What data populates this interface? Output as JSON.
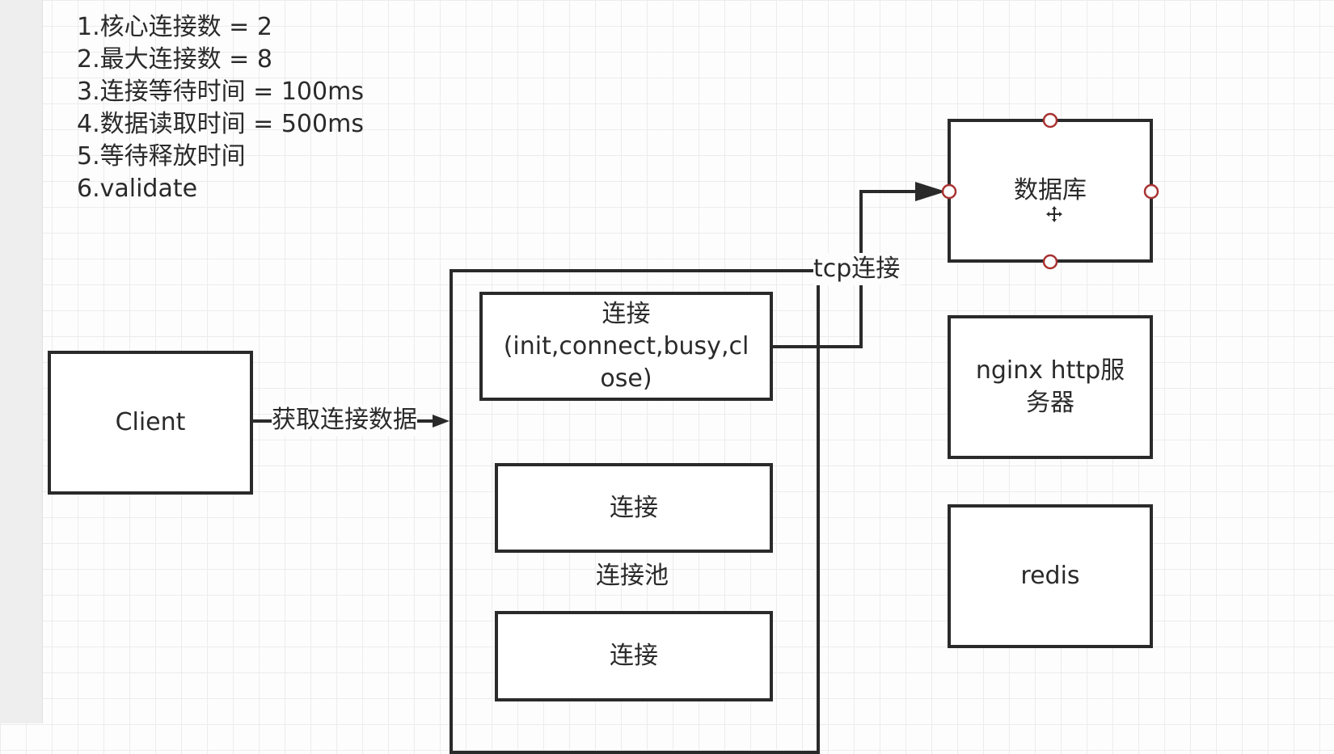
{
  "notes": [
    "1.核心连接数 = 2",
    "2.最大连接数 = 8",
    "3.连接等待时间 = 100ms",
    "4.数据读取时间 = 500ms",
    "5.等待释放时间",
    "6.validate"
  ],
  "client": {
    "label": "Client"
  },
  "edge_client_pool": {
    "label": "获取连接数据"
  },
  "pool": {
    "label": "连接池",
    "connections": [
      {
        "line1": "连接",
        "line2": "(init,connect,busy,cl",
        "line3": "ose)"
      },
      {
        "label": "连接"
      },
      {
        "label": "连接"
      }
    ]
  },
  "edge_tcp": {
    "label": "tcp连接"
  },
  "database": {
    "label": "数据库"
  },
  "nginx": {
    "line1": "nginx http服",
    "line2": "务器"
  },
  "redis": {
    "label": "redis"
  },
  "colors": {
    "stroke": "#2a2a2a",
    "handle": "#a83232",
    "grid": "#ececec"
  }
}
